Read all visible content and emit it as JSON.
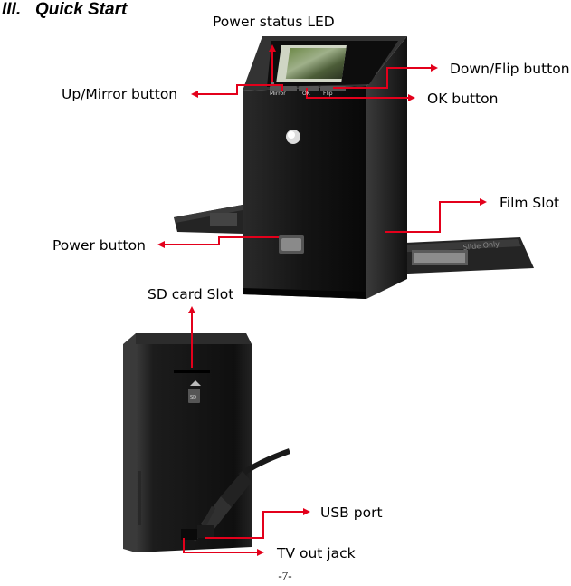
{
  "heading": {
    "number": "III.",
    "title": "Quick Start"
  },
  "labels": {
    "power_status_led": "Power status LED",
    "up_mirror_button": "Up/Mirror button",
    "down_flip_button": "Down/Flip button",
    "ok_button": "OK button",
    "film_slot": "Film Slot",
    "power_button": "Power button",
    "sd_card_slot": "SD card Slot",
    "usb_port": "USB port",
    "tv_out_jack": "TV out jack"
  },
  "device_text": {
    "mirror": "Mirror",
    "ok": "OK",
    "flip": "Flip",
    "sd": "SD",
    "slide_only": "Slide Only"
  },
  "page_number": "-7-",
  "colors": {
    "annotation": "#e3001b",
    "device_body": "#1c1c1c",
    "tray": "#222222"
  }
}
